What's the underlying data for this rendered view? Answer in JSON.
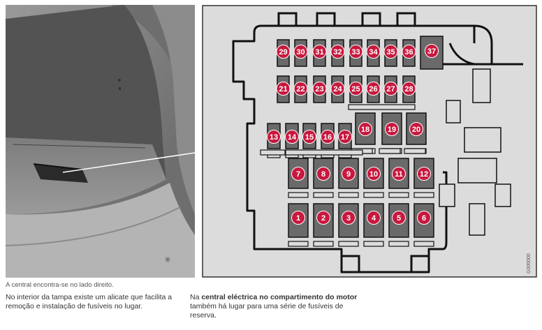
{
  "diagram": {
    "code": "G000000",
    "fuses": [
      "1",
      "2",
      "3",
      "4",
      "5",
      "6",
      "7",
      "8",
      "9",
      "10",
      "11",
      "12",
      "13",
      "14",
      "15",
      "16",
      "17",
      "18",
      "19",
      "20",
      "21",
      "22",
      "23",
      "24",
      "25",
      "26",
      "27",
      "28",
      "29",
      "30",
      "31",
      "32",
      "33",
      "34",
      "35",
      "36",
      "37"
    ]
  },
  "caption": "A central encontra-se no lado direito.",
  "left_text": "No interior da tampa existe um alicate que facilita a remoção e instalação de fusíveis no lugar.",
  "right_text": {
    "prefix": "Na ",
    "bold": "central eléctrica no compartimento do motor",
    "suffix": " também há lugar para uma série de fusíveis de reserva."
  },
  "colors": {
    "fuse_badge": "#c8183e",
    "fuse_body": "#6a6a6a",
    "panel": "#dcdcdc"
  }
}
